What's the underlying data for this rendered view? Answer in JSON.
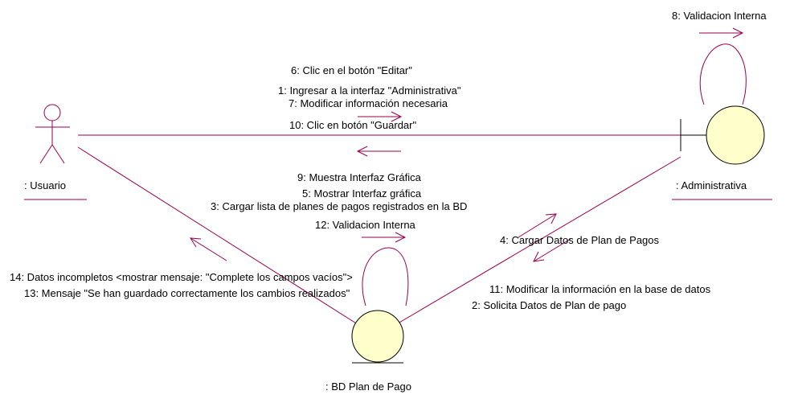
{
  "colors": {
    "line": "#99004d",
    "arrow": "#99004d",
    "object_fill": "#ffffcc",
    "outline": "#000000"
  },
  "objects": {
    "actor": ": Usuario",
    "admin": ": Administrativa",
    "db": ": BD Plan de Pago"
  },
  "messages": {
    "m8": "8: Validacion Interna",
    "m6": "6: Clic en el botón \"Editar\"",
    "m1": "1: Ingresar a la interfaz \"Administrativa\"",
    "m7": "7: Modificar información necesaria",
    "m10": "10: Clic en botón \"Guardar\"",
    "m9": "9: Muestra Interfaz Gráfica",
    "m5": "5: Mostrar Interfaz gráfica",
    "m3": "3: Cargar lista de planes de pagos registrados en la BD",
    "m12": "12: Validacion Interna",
    "m4": "4: Cargar Datos de Plan de Pagos",
    "m14": "14: Datos incompletos <mostrar mensaje: \"Complete los campos vacíos\">",
    "m13": "13: Mensaje \"Se han guardado correctamente los cambios realizados\"",
    "m11": "11: Modificar la información en la base de datos",
    "m2": "2: Solicita Datos de Plan de pago"
  }
}
